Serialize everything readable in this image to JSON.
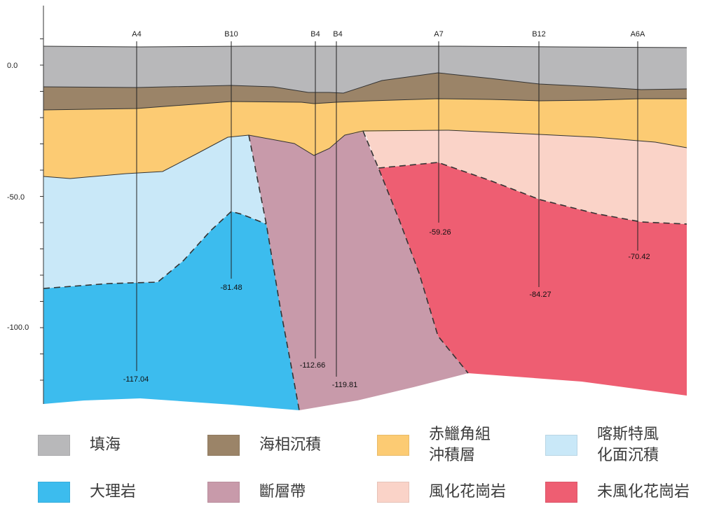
{
  "y_axis": {
    "ticks": [
      {
        "label": "0.0",
        "value": 0
      },
      {
        "label": "-50.0",
        "value": -50
      },
      {
        "label": "-100.0",
        "value": -100
      }
    ]
  },
  "boreholes": [
    {
      "name": "A4",
      "bottom_label": "-117.04"
    },
    {
      "name": "B10",
      "bottom_label": "-81.48"
    },
    {
      "name": "B4",
      "bottom_label": "-112.66"
    },
    {
      "name": "B4",
      "bottom_label": "-119.81"
    },
    {
      "name": "A7",
      "bottom_label": "-59.26"
    },
    {
      "name": "B12",
      "bottom_label": "-84.27"
    },
    {
      "name": "A6A",
      "bottom_label": "-70.42"
    }
  ],
  "layers": [
    {
      "key": "fill",
      "label": "填海",
      "color": "#b8b8ba"
    },
    {
      "key": "marine",
      "label": "海相沉積",
      "color": "#9b8468"
    },
    {
      "key": "chek_lap_kok",
      "label": "赤鱲角組\n沖積層",
      "color": "#fccb73"
    },
    {
      "key": "karst",
      "label": "喀斯特風\n化面沉積",
      "color": "#c9e8f8"
    },
    {
      "key": "marble",
      "label": "大理岩",
      "color": "#3cbcee"
    },
    {
      "key": "fault",
      "label": "斷層帶",
      "color": "#c89aaa"
    },
    {
      "key": "weathered_granite",
      "label": "風化花崗岩",
      "color": "#fad3c8"
    },
    {
      "key": "fresh_granite",
      "label": "未風化花崗岩",
      "color": "#ee5e72"
    }
  ]
}
